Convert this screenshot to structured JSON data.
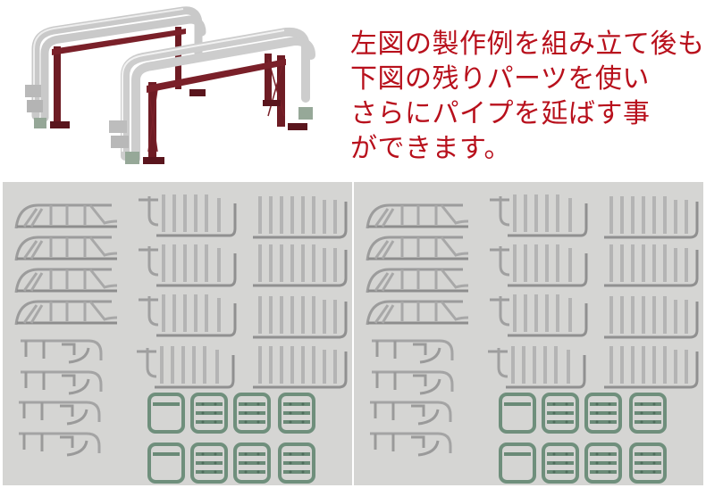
{
  "caption": {
    "lines": [
      "左図の製作例を組み立て後も",
      "下図の残りパーツを使い",
      "さらにパイプを延ばす事",
      "ができます。"
    ],
    "color": "#b8101c"
  },
  "hero_image": {
    "subject": "two assembled pipe-rack models (silver pipes on maroon steel frames)",
    "colors": {
      "pipe": "#c8c8c8",
      "frame": "#6e1c24",
      "base": "#9aab9c"
    }
  },
  "parts_photos": [
    {
      "position": "left",
      "background": "#d5d5d3",
      "runners": {
        "left_column": {
          "large_bent_sprues": 4,
          "small_T_sprues": 4
        },
        "middle_column": {
          "vertical_pipe_sprues": 4
        },
        "right_column": {
          "vertical_pipe_sprues": 4
        },
        "green_frames": {
          "count": 8,
          "color": "#6f8f7c"
        }
      }
    },
    {
      "position": "right",
      "background": "#d5d5d3",
      "runners": {
        "left_column": {
          "large_bent_sprues": 4,
          "small_T_sprues": 4
        },
        "middle_column": {
          "vertical_pipe_sprues": 4
        },
        "right_column": {
          "vertical_pipe_sprues": 4
        },
        "green_frames": {
          "count": 8,
          "color": "#6f8f7c"
        }
      }
    }
  ]
}
